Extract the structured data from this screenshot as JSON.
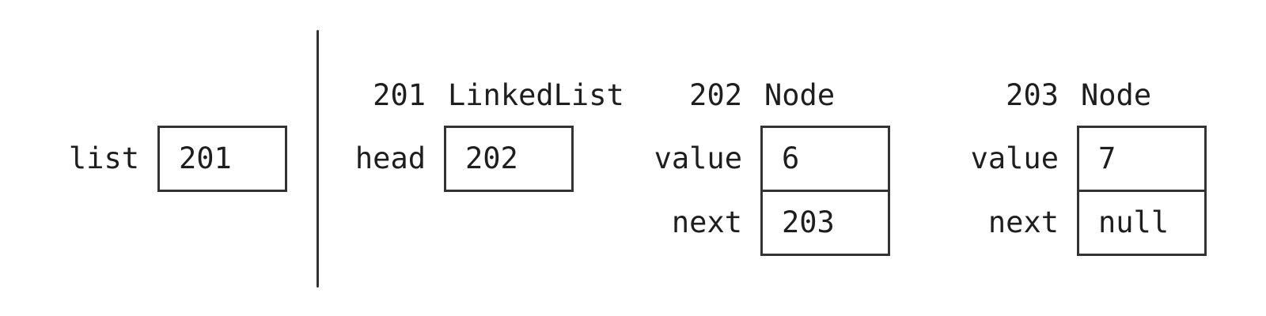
{
  "stack": {
    "variable": {
      "name": "list",
      "value": "201"
    }
  },
  "heap": {
    "objects": [
      {
        "address": "201",
        "type": "LinkedList",
        "fields": [
          {
            "name": "head",
            "value": "202"
          }
        ]
      },
      {
        "address": "202",
        "type": "Node",
        "fields": [
          {
            "name": "value",
            "value": "6"
          },
          {
            "name": "next",
            "value": "203"
          }
        ]
      },
      {
        "address": "203",
        "type": "Node",
        "fields": [
          {
            "name": "value",
            "value": "7"
          },
          {
            "name": "next",
            "value": "null"
          }
        ]
      }
    ]
  },
  "colors": {
    "stroke": "#333333",
    "text": "#1e1e1e",
    "background": "#ffffff"
  }
}
